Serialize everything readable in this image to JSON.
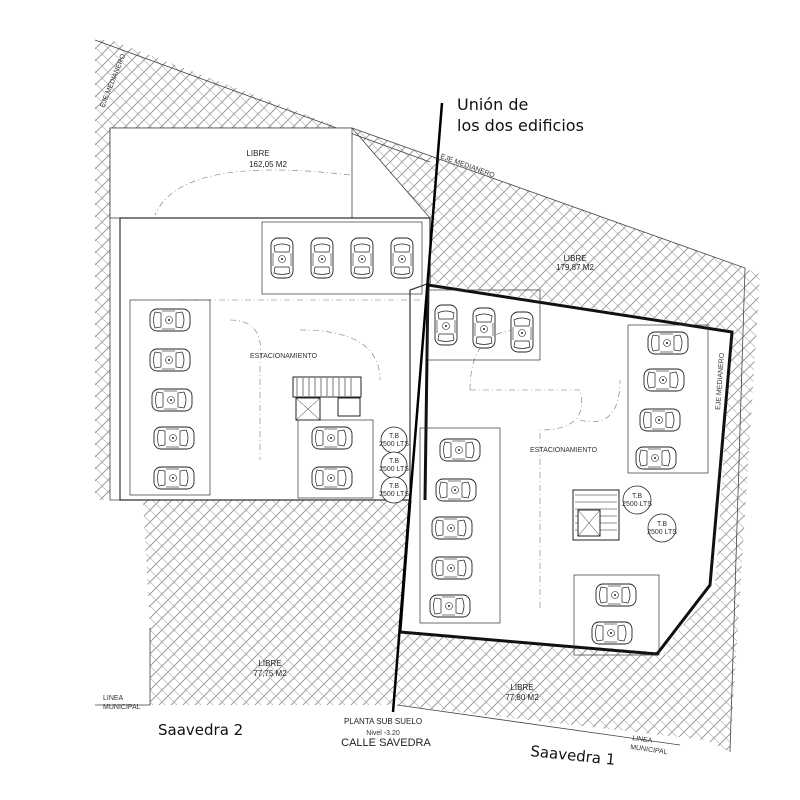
{
  "annotations": {
    "union_line1": "Unión de",
    "union_line2": "los dos edificios",
    "building_left": "Saavedra 2",
    "building_right": "Saavedra 1"
  },
  "plan": {
    "title": "PLANTA SUB SUELO",
    "level": "Nivel -3.20",
    "street": "CALLE SAVEDRA",
    "municipal_line_1": "LINEA",
    "municipal_line_2": "MUNICIPAL",
    "medianero": "EJE MEDIANERO"
  },
  "areas": {
    "top_label": "LIBRE",
    "top_value": "162,05 M2",
    "right_label": "LIBRE",
    "right_value": "179,87 M2",
    "bottom_left_label": "LIBRE",
    "bottom_left_value": "77,75 M2",
    "bottom_right_label": "LIBRE",
    "bottom_right_value": "77,80 M2"
  },
  "rooms": {
    "parking_left": "ESTACIONAMIENTO",
    "parking_right": "ESTACIONAMIENTO"
  },
  "tanks": [
    {
      "code": "T.B",
      "capacity": "2500 LTS"
    },
    {
      "code": "T.B",
      "capacity": "2500 LTS"
    },
    {
      "code": "T.B",
      "capacity": "2500 LTS"
    },
    {
      "code": "T.B",
      "capacity": "2500 LTS"
    },
    {
      "code": "T.B",
      "capacity": "2500 LTS"
    }
  ]
}
